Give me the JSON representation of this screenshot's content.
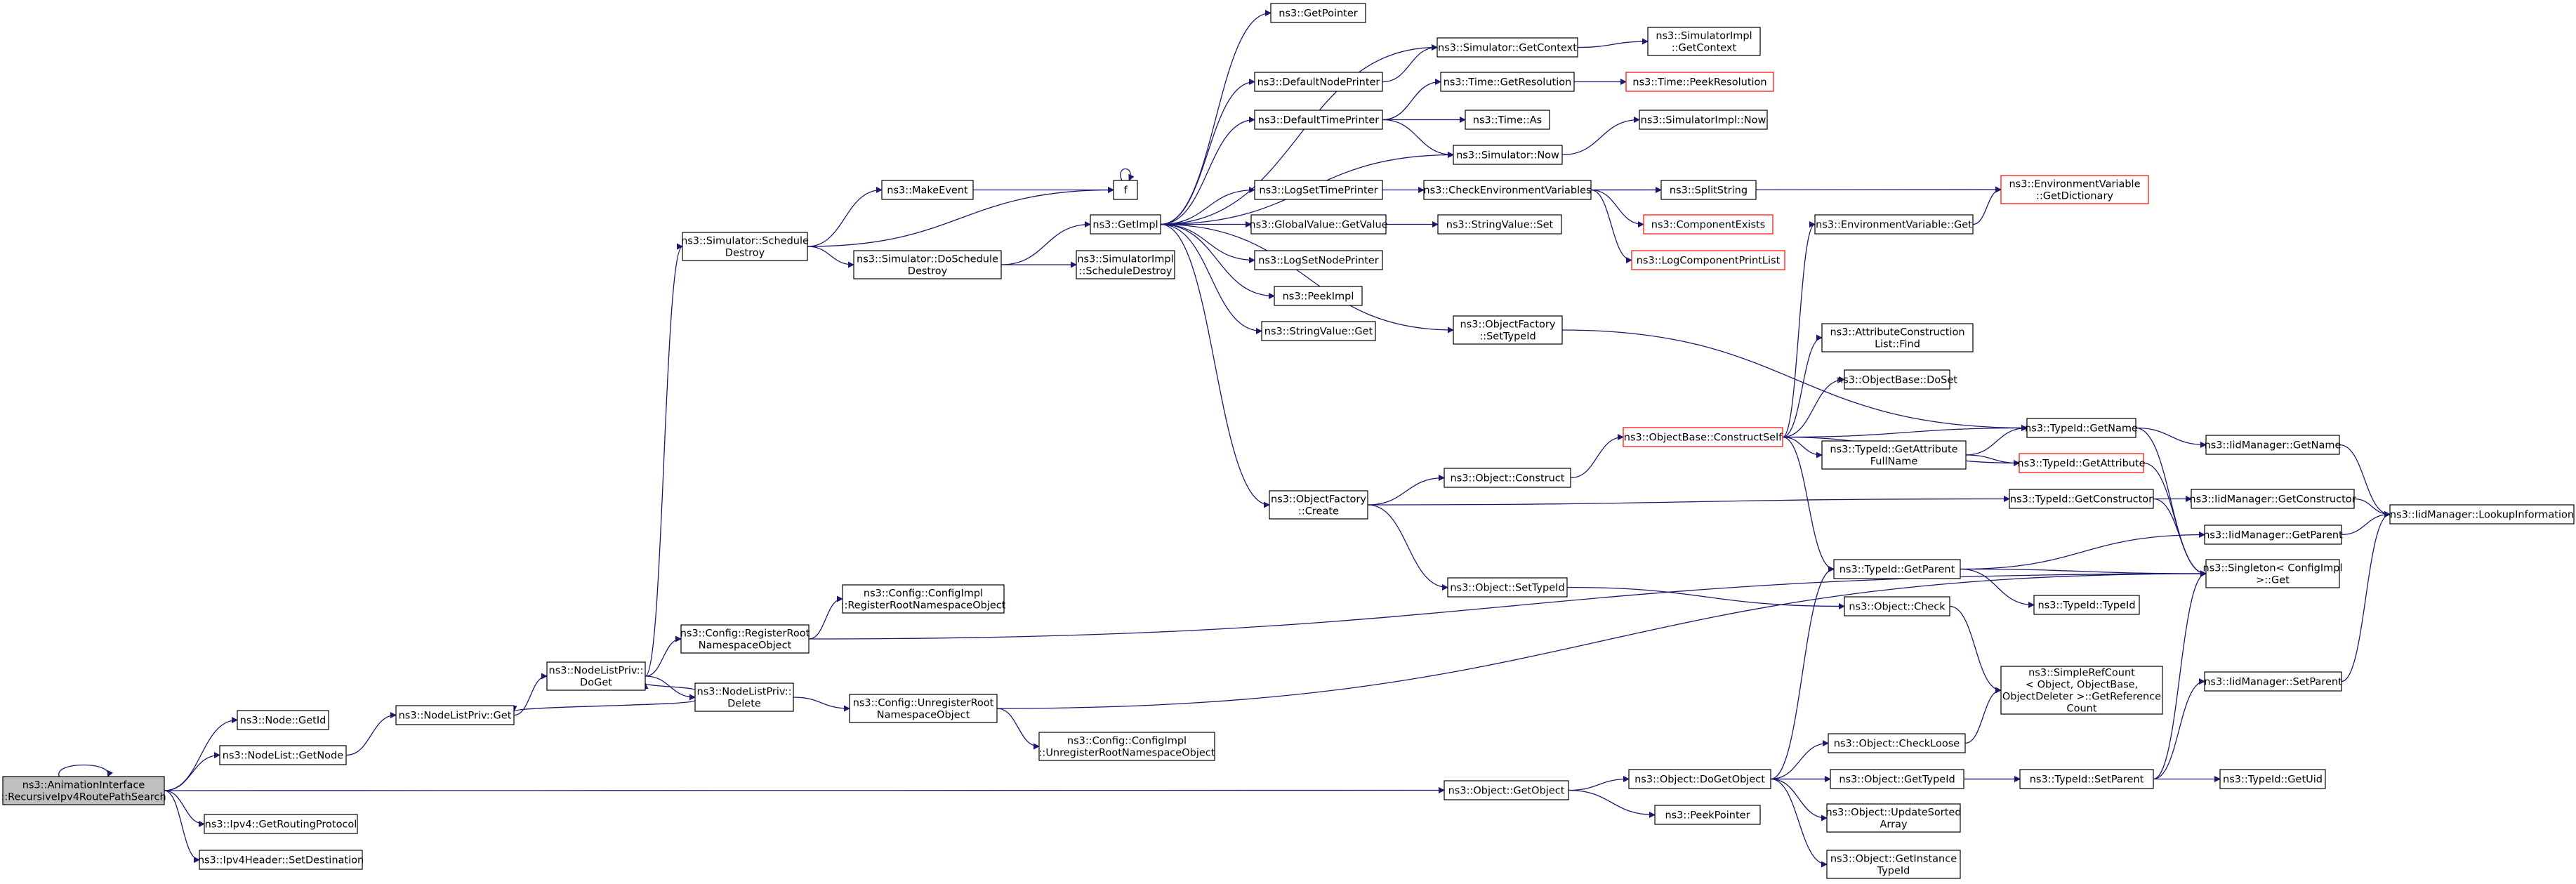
{
  "graph": {
    "colors": {
      "edge": "#191970",
      "node_border": "#000000",
      "external_border": "#ff0000",
      "root_fill": "#bfbfbf",
      "node_fill": "#ffffff",
      "text": "#000000"
    },
    "nodes": {
      "root": {
        "lines": [
          "ns3::AnimationInterface",
          "::RecursiveIpv4RoutePathSearch"
        ],
        "kind": "root"
      },
      "node_getid": {
        "lines": [
          "ns3::Node::GetId"
        ]
      },
      "nodelist_getnode": {
        "lines": [
          "ns3::NodeList::GetNode"
        ]
      },
      "ipv4_getrouting": {
        "lines": [
          "ns3::Ipv4::GetRoutingProtocol"
        ]
      },
      "ipv4header_setdest": {
        "lines": [
          "ns3::Ipv4Header::SetDestination"
        ]
      },
      "nlp_get": {
        "lines": [
          "ns3::NodeListPriv::Get"
        ]
      },
      "nlp_doget": {
        "lines": [
          "ns3::NodeListPriv::",
          "DoGet"
        ]
      },
      "nlp_delete": {
        "lines": [
          "ns3::NodeListPriv::",
          "Delete"
        ]
      },
      "sim_schedule_destroy": {
        "lines": [
          "ns3::Simulator::Schedule",
          "Destroy"
        ]
      },
      "config_register": {
        "lines": [
          "ns3::Config::RegisterRoot",
          "NamespaceObject"
        ]
      },
      "configimpl_register": {
        "lines": [
          "ns3::Config::ConfigImpl",
          "::RegisterRootNamespaceObject"
        ]
      },
      "config_unregister": {
        "lines": [
          "ns3::Config::UnregisterRoot",
          "NamespaceObject"
        ]
      },
      "configimpl_unregister": {
        "lines": [
          "ns3::Config::ConfigImpl",
          "::UnregisterRootNamespaceObject"
        ]
      },
      "makeevent": {
        "lines": [
          "ns3::MakeEvent"
        ]
      },
      "sim_doschedule_destroy": {
        "lines": [
          "ns3::Simulator::DoSchedule",
          "Destroy"
        ]
      },
      "f": {
        "lines": [
          "f"
        ]
      },
      "getimpl": {
        "lines": [
          "ns3::GetImpl"
        ]
      },
      "simimpl_schedule_destroy": {
        "lines": [
          "ns3::SimulatorImpl",
          "::ScheduleDestroy"
        ]
      },
      "getpointer": {
        "lines": [
          "ns3::GetPointer"
        ]
      },
      "default_node_printer": {
        "lines": [
          "ns3::DefaultNodePrinter"
        ]
      },
      "default_time_printer": {
        "lines": [
          "ns3::DefaultTimePrinter"
        ]
      },
      "log_set_time_printer": {
        "lines": [
          "ns3::LogSetTimePrinter"
        ]
      },
      "globalvalue_getvalue": {
        "lines": [
          "ns3::GlobalValue::GetValue"
        ]
      },
      "log_set_node_printer": {
        "lines": [
          "ns3::LogSetNodePrinter"
        ]
      },
      "peekimpl": {
        "lines": [
          "ns3::PeekImpl"
        ]
      },
      "stringvalue_get": {
        "lines": [
          "ns3::StringValue::Get"
        ]
      },
      "sim_getcontext": {
        "lines": [
          "ns3::Simulator::GetContext"
        ]
      },
      "simimpl_getcontext": {
        "lines": [
          "ns3::SimulatorImpl",
          "::GetContext"
        ]
      },
      "time_getresolution": {
        "lines": [
          "ns3::Time::GetResolution"
        ]
      },
      "time_peekresolution": {
        "lines": [
          "ns3::Time::PeekResolution"
        ],
        "kind": "external"
      },
      "time_as": {
        "lines": [
          "ns3::Time::As"
        ]
      },
      "sim_now": {
        "lines": [
          "ns3::Simulator::Now"
        ]
      },
      "simimpl_now": {
        "lines": [
          "ns3::SimulatorImpl::Now"
        ]
      },
      "check_env_vars": {
        "lines": [
          "ns3::CheckEnvironmentVariables"
        ]
      },
      "splitstring": {
        "lines": [
          "ns3::SplitString"
        ]
      },
      "component_exists": {
        "lines": [
          "ns3::ComponentExists"
        ],
        "kind": "external"
      },
      "log_component_printlist": {
        "lines": [
          "ns3::LogComponentPrintList"
        ],
        "kind": "external"
      },
      "envvar_getdictionary": {
        "lines": [
          "ns3::EnvironmentVariable",
          "::GetDictionary"
        ],
        "kind": "external"
      },
      "stringvalue_set": {
        "lines": [
          "ns3::StringValue::Set"
        ]
      },
      "envvar_get": {
        "lines": [
          "ns3::EnvironmentVariable::Get"
        ]
      },
      "objectfactory_settypeid": {
        "lines": [
          "ns3::ObjectFactory",
          "::SetTypeId"
        ]
      },
      "attrconstr_find": {
        "lines": [
          "ns3::AttributeConstruction",
          "List::Find"
        ]
      },
      "objectbase_doset": {
        "lines": [
          "ns3::ObjectBase::DoSet"
        ]
      },
      "objectbase_constructself": {
        "lines": [
          "ns3::ObjectBase::ConstructSelf"
        ],
        "kind": "external"
      },
      "typeid_getattrfullname": {
        "lines": [
          "ns3::TypeId::GetAttribute",
          "FullName"
        ]
      },
      "typeid_getname": {
        "lines": [
          "ns3::TypeId::GetName"
        ]
      },
      "typeid_getattribute": {
        "lines": [
          "ns3::TypeId::GetAttribute"
        ],
        "kind": "external"
      },
      "iidmanager_getname": {
        "lines": [
          "ns3::IidManager::GetName"
        ]
      },
      "objectfactory_create": {
        "lines": [
          "ns3::ObjectFactory",
          "::Create"
        ]
      },
      "object_construct": {
        "lines": [
          "ns3::Object::Construct"
        ]
      },
      "typeid_getconstructor": {
        "lines": [
          "ns3::TypeId::GetConstructor"
        ]
      },
      "iidmanager_getconstructor": {
        "lines": [
          "ns3::IidManager::GetConstructor"
        ]
      },
      "iidmanager_lookupinfo": {
        "lines": [
          "ns3::IidManager::LookupInformation"
        ]
      },
      "iidmanager_getparent": {
        "lines": [
          "ns3::IidManager::GetParent"
        ]
      },
      "typeid_getparent": {
        "lines": [
          "ns3::TypeId::GetParent"
        ]
      },
      "singleton_get": {
        "lines": [
          "ns3::Singleton< ConfigImpl",
          " >::Get"
        ]
      },
      "object_settypeid": {
        "lines": [
          "ns3::Object::SetTypeId"
        ]
      },
      "typeid_typeid": {
        "lines": [
          "ns3::TypeId::TypeId"
        ]
      },
      "object_check": {
        "lines": [
          "ns3::Object::Check"
        ]
      },
      "simplerefcount_getref": {
        "lines": [
          "ns3::SimpleRefCount",
          "< Object, ObjectBase,",
          " ObjectDeleter >::GetReference",
          "Count"
        ]
      },
      "iidmanager_setparent": {
        "lines": [
          "ns3::IidManager::SetParent"
        ]
      },
      "object_checkloose": {
        "lines": [
          "ns3::Object::CheckLoose"
        ]
      },
      "object_getobject": {
        "lines": [
          "ns3::Object::GetObject"
        ]
      },
      "object_dogetobject": {
        "lines": [
          "ns3::Object::DoGetObject"
        ]
      },
      "object_gettypeid": {
        "lines": [
          "ns3::Object::GetTypeId"
        ]
      },
      "typeid_setparent": {
        "lines": [
          "ns3::TypeId::SetParent"
        ]
      },
      "typeid_getuid": {
        "lines": [
          "ns3::TypeId::GetUid"
        ]
      },
      "peekpointer": {
        "lines": [
          "ns3::PeekPointer"
        ]
      },
      "object_updatesorted": {
        "lines": [
          "ns3::Object::UpdateSorted",
          "Array"
        ]
      },
      "object_getinstancetypeid": {
        "lines": [
          "ns3::Object::GetInstance",
          "TypeId"
        ]
      }
    },
    "edges": [
      [
        "root",
        "root"
      ],
      [
        "root",
        "node_getid"
      ],
      [
        "root",
        "nodelist_getnode"
      ],
      [
        "root",
        "object_getobject"
      ],
      [
        "root",
        "ipv4_getrouting"
      ],
      [
        "root",
        "ipv4header_setdest"
      ],
      [
        "nodelist_getnode",
        "nlp_get"
      ],
      [
        "nlp_get",
        "nlp_doget"
      ],
      [
        "nlp_doget",
        "sim_schedule_destroy"
      ],
      [
        "nlp_doget",
        "config_register"
      ],
      [
        "nlp_doget",
        "nlp_delete"
      ],
      [
        "nlp_delete",
        "nlp_doget"
      ],
      [
        "nlp_delete",
        "nlp_get"
      ],
      [
        "nlp_delete",
        "config_unregister"
      ],
      [
        "config_register",
        "configimpl_register"
      ],
      [
        "config_register",
        "singleton_get"
      ],
      [
        "config_unregister",
        "configimpl_unregister"
      ],
      [
        "config_unregister",
        "singleton_get"
      ],
      [
        "sim_schedule_destroy",
        "makeevent"
      ],
      [
        "sim_schedule_destroy",
        "sim_doschedule_destroy"
      ],
      [
        "sim_schedule_destroy",
        "f"
      ],
      [
        "makeevent",
        "f"
      ],
      [
        "f",
        "f"
      ],
      [
        "sim_doschedule_destroy",
        "getimpl"
      ],
      [
        "sim_doschedule_destroy",
        "simimpl_schedule_destroy"
      ],
      [
        "getimpl",
        "getpointer"
      ],
      [
        "getimpl",
        "sim_getcontext"
      ],
      [
        "getimpl",
        "default_node_printer"
      ],
      [
        "getimpl",
        "default_time_printer"
      ],
      [
        "getimpl",
        "sim_now"
      ],
      [
        "getimpl",
        "log_set_time_printer"
      ],
      [
        "getimpl",
        "globalvalue_getvalue"
      ],
      [
        "getimpl",
        "log_set_node_printer"
      ],
      [
        "getimpl",
        "peekimpl"
      ],
      [
        "getimpl",
        "stringvalue_get"
      ],
      [
        "getimpl",
        "objectfactory_settypeid"
      ],
      [
        "getimpl",
        "objectfactory_create"
      ],
      [
        "sim_getcontext",
        "simimpl_getcontext"
      ],
      [
        "default_node_printer",
        "sim_getcontext"
      ],
      [
        "default_time_printer",
        "time_getresolution"
      ],
      [
        "default_time_printer",
        "time_as"
      ],
      [
        "default_time_printer",
        "sim_now"
      ],
      [
        "time_getresolution",
        "time_peekresolution"
      ],
      [
        "sim_now",
        "simimpl_now"
      ],
      [
        "log_set_time_printer",
        "check_env_vars"
      ],
      [
        "check_env_vars",
        "splitstring"
      ],
      [
        "check_env_vars",
        "component_exists"
      ],
      [
        "check_env_vars",
        "log_component_printlist"
      ],
      [
        "check_env_vars",
        "envvar_getdictionary"
      ],
      [
        "globalvalue_getvalue",
        "stringvalue_set"
      ],
      [
        "envvar_get",
        "envvar_getdictionary"
      ],
      [
        "objectfactory_settypeid",
        "typeid_getname"
      ],
      [
        "objectfactory_create",
        "object_construct"
      ],
      [
        "objectfactory_create",
        "typeid_getconstructor"
      ],
      [
        "objectfactory_create",
        "object_settypeid"
      ],
      [
        "object_construct",
        "objectbase_constructself"
      ],
      [
        "objectbase_constructself",
        "envvar_get"
      ],
      [
        "objectbase_constructself",
        "attrconstr_find"
      ],
      [
        "objectbase_constructself",
        "objectbase_doset"
      ],
      [
        "objectbase_constructself",
        "typeid_getname"
      ],
      [
        "objectbase_constructself",
        "typeid_getattrfullname"
      ],
      [
        "objectbase_constructself",
        "typeid_getattribute"
      ],
      [
        "objectbase_constructself",
        "typeid_getparent"
      ],
      [
        "typeid_getattrfullname",
        "typeid_getname"
      ],
      [
        "typeid_getattrfullname",
        "typeid_getattribute"
      ],
      [
        "typeid_getname",
        "iidmanager_getname"
      ],
      [
        "typeid_getname",
        "singleton_get"
      ],
      [
        "typeid_getattribute",
        "singleton_get"
      ],
      [
        "iidmanager_getname",
        "iidmanager_lookupinfo"
      ],
      [
        "typeid_getconstructor",
        "iidmanager_getconstructor"
      ],
      [
        "typeid_getconstructor",
        "singleton_get"
      ],
      [
        "iidmanager_getconstructor",
        "iidmanager_lookupinfo"
      ],
      [
        "iidmanager_getparent",
        "iidmanager_lookupinfo"
      ],
      [
        "typeid_getparent",
        "iidmanager_getparent"
      ],
      [
        "typeid_getparent",
        "singleton_get"
      ],
      [
        "typeid_getparent",
        "typeid_typeid"
      ],
      [
        "object_settypeid",
        "object_check"
      ],
      [
        "object_check",
        "simplerefcount_getref"
      ],
      [
        "object_getobject",
        "object_dogetobject"
      ],
      [
        "object_getobject",
        "peekpointer"
      ],
      [
        "object_dogetobject",
        "typeid_getparent"
      ],
      [
        "object_dogetobject",
        "object_checkloose"
      ],
      [
        "object_dogetobject",
        "object_gettypeid"
      ],
      [
        "object_dogetobject",
        "typeid_setparent"
      ],
      [
        "object_dogetobject",
        "object_updatesorted"
      ],
      [
        "object_dogetobject",
        "object_getinstancetypeid"
      ],
      [
        "object_checkloose",
        "simplerefcount_getref"
      ],
      [
        "object_gettypeid",
        "typeid_setparent"
      ],
      [
        "typeid_setparent",
        "iidmanager_setparent"
      ],
      [
        "typeid_setparent",
        "typeid_getuid"
      ],
      [
        "typeid_setparent",
        "singleton_get"
      ],
      [
        "iidmanager_setparent",
        "iidmanager_lookupinfo"
      ]
    ]
  }
}
